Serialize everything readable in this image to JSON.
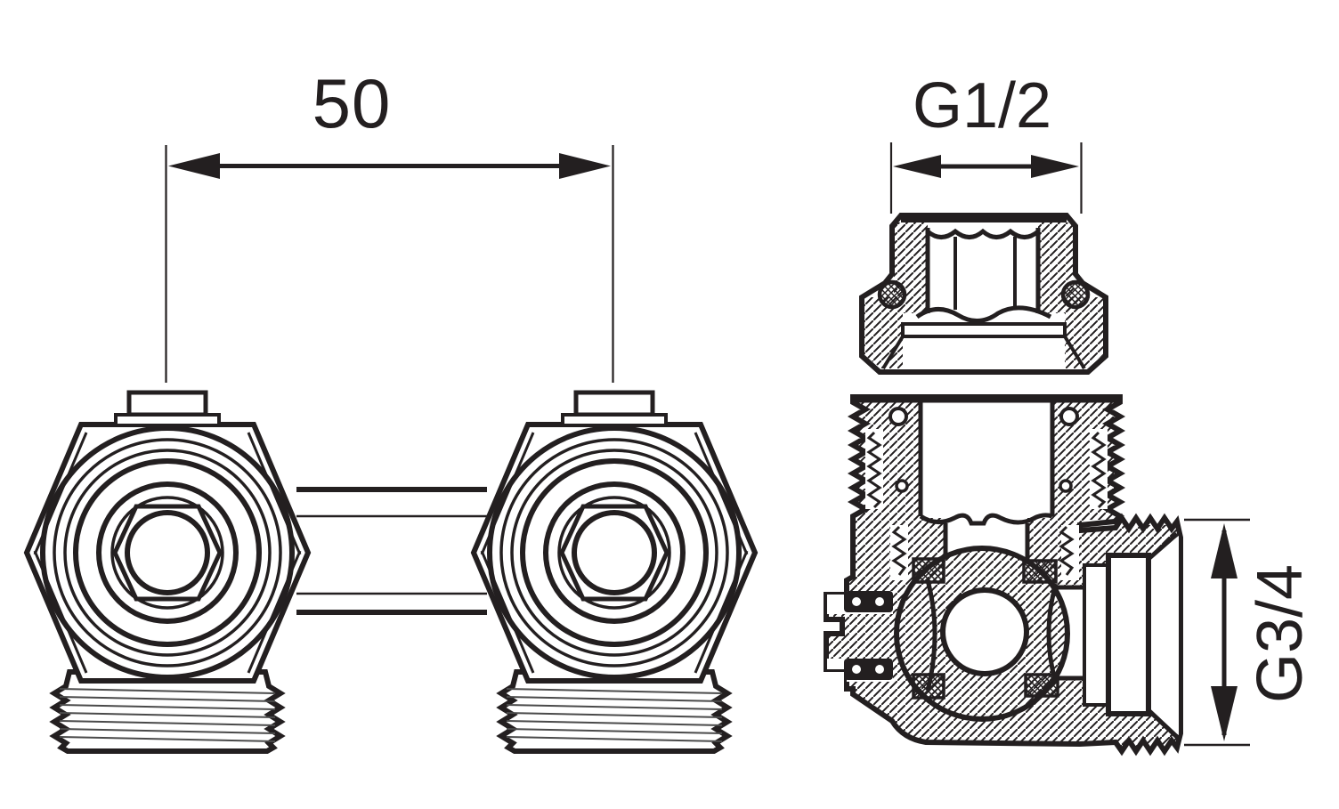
{
  "diagram": {
    "background": "#ffffff",
    "line_color": "#231f20",
    "thread_line_color": "#4a4a4a",
    "dimensions": {
      "center_distance": {
        "label": "50",
        "orientation": "horizontal"
      },
      "nut_thread": {
        "label": "G1/2",
        "orientation": "horizontal"
      },
      "tail_thread": {
        "label": "G3/4",
        "orientation": "vertical"
      }
    }
  }
}
